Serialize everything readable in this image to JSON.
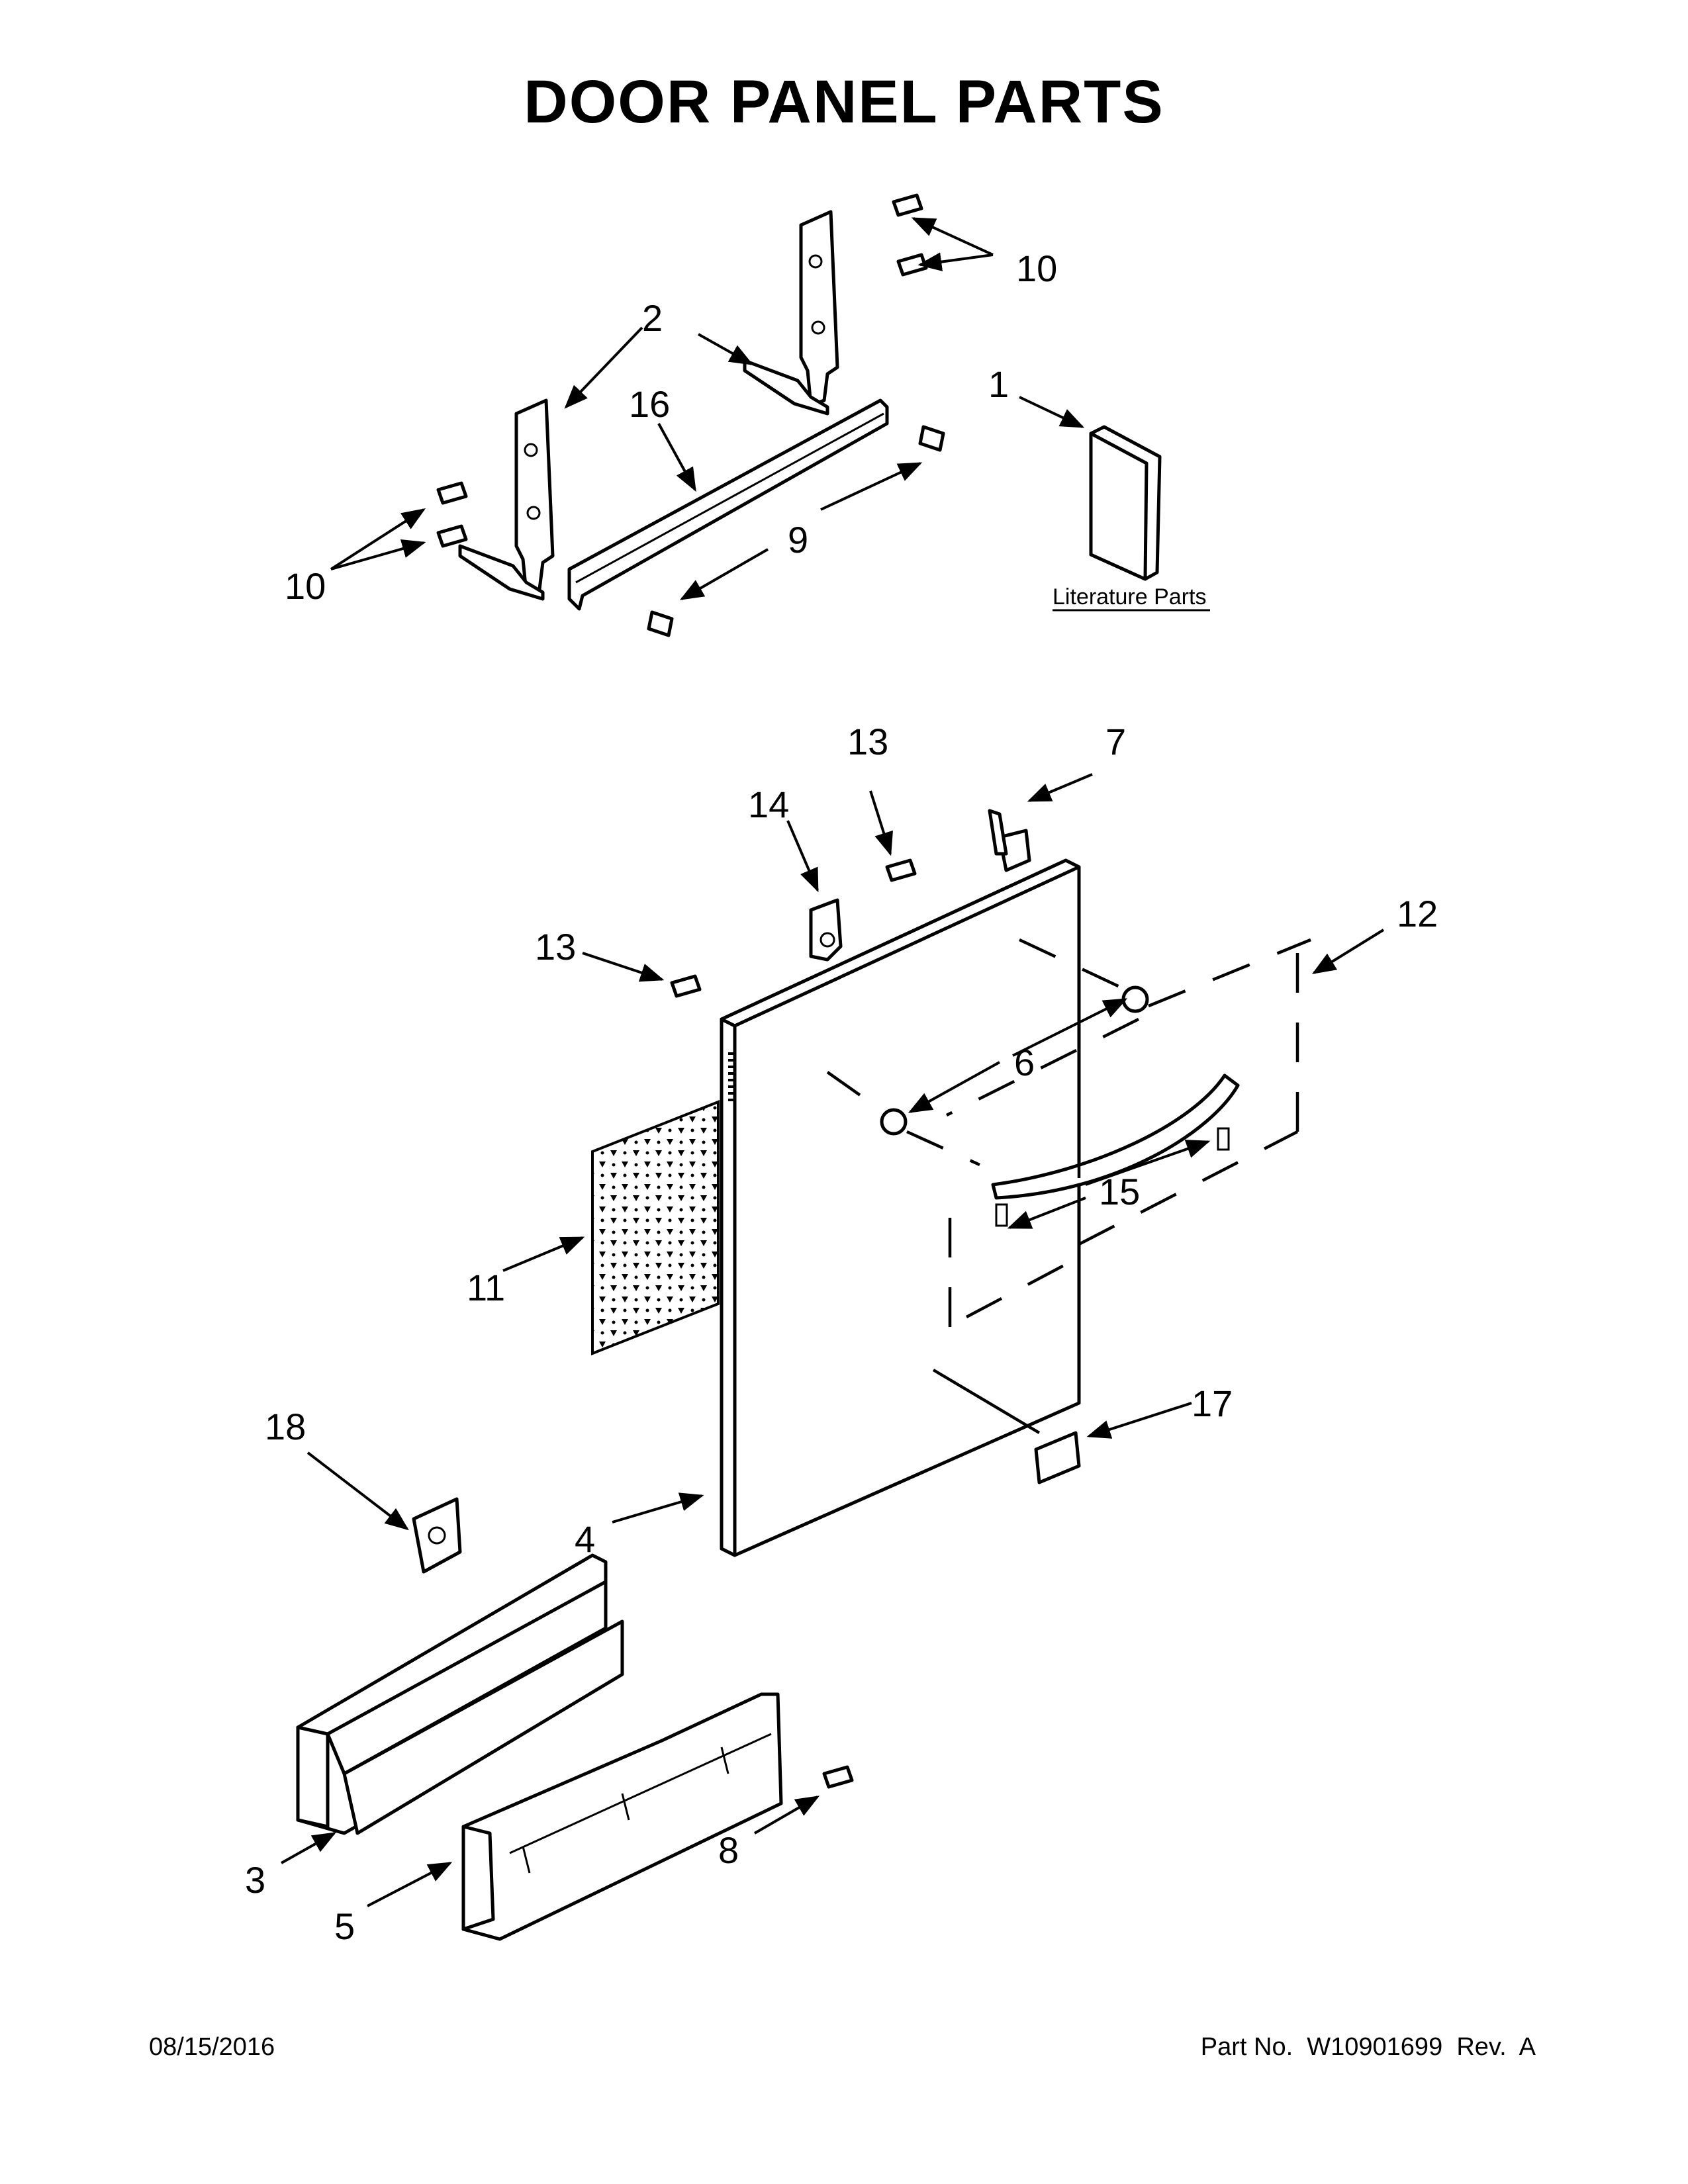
{
  "title": "DOOR PANEL PARTS",
  "literature_label": "Literature Parts",
  "footer": {
    "date": "08/15/2016",
    "part_no": "Part No.  W10901699  Rev.  A"
  },
  "callouts": {
    "c1": "1",
    "c2": "2",
    "c3": "3",
    "c4": "4",
    "c5": "5",
    "c6": "6",
    "c7": "7",
    "c8": "8",
    "c9": "9",
    "c10a": "10",
    "c10b": "10",
    "c11": "11",
    "c12": "12",
    "c13a": "13",
    "c13b": "13",
    "c14": "14",
    "c15": "15",
    "c16": "16",
    "c17": "17",
    "c18": "18"
  }
}
